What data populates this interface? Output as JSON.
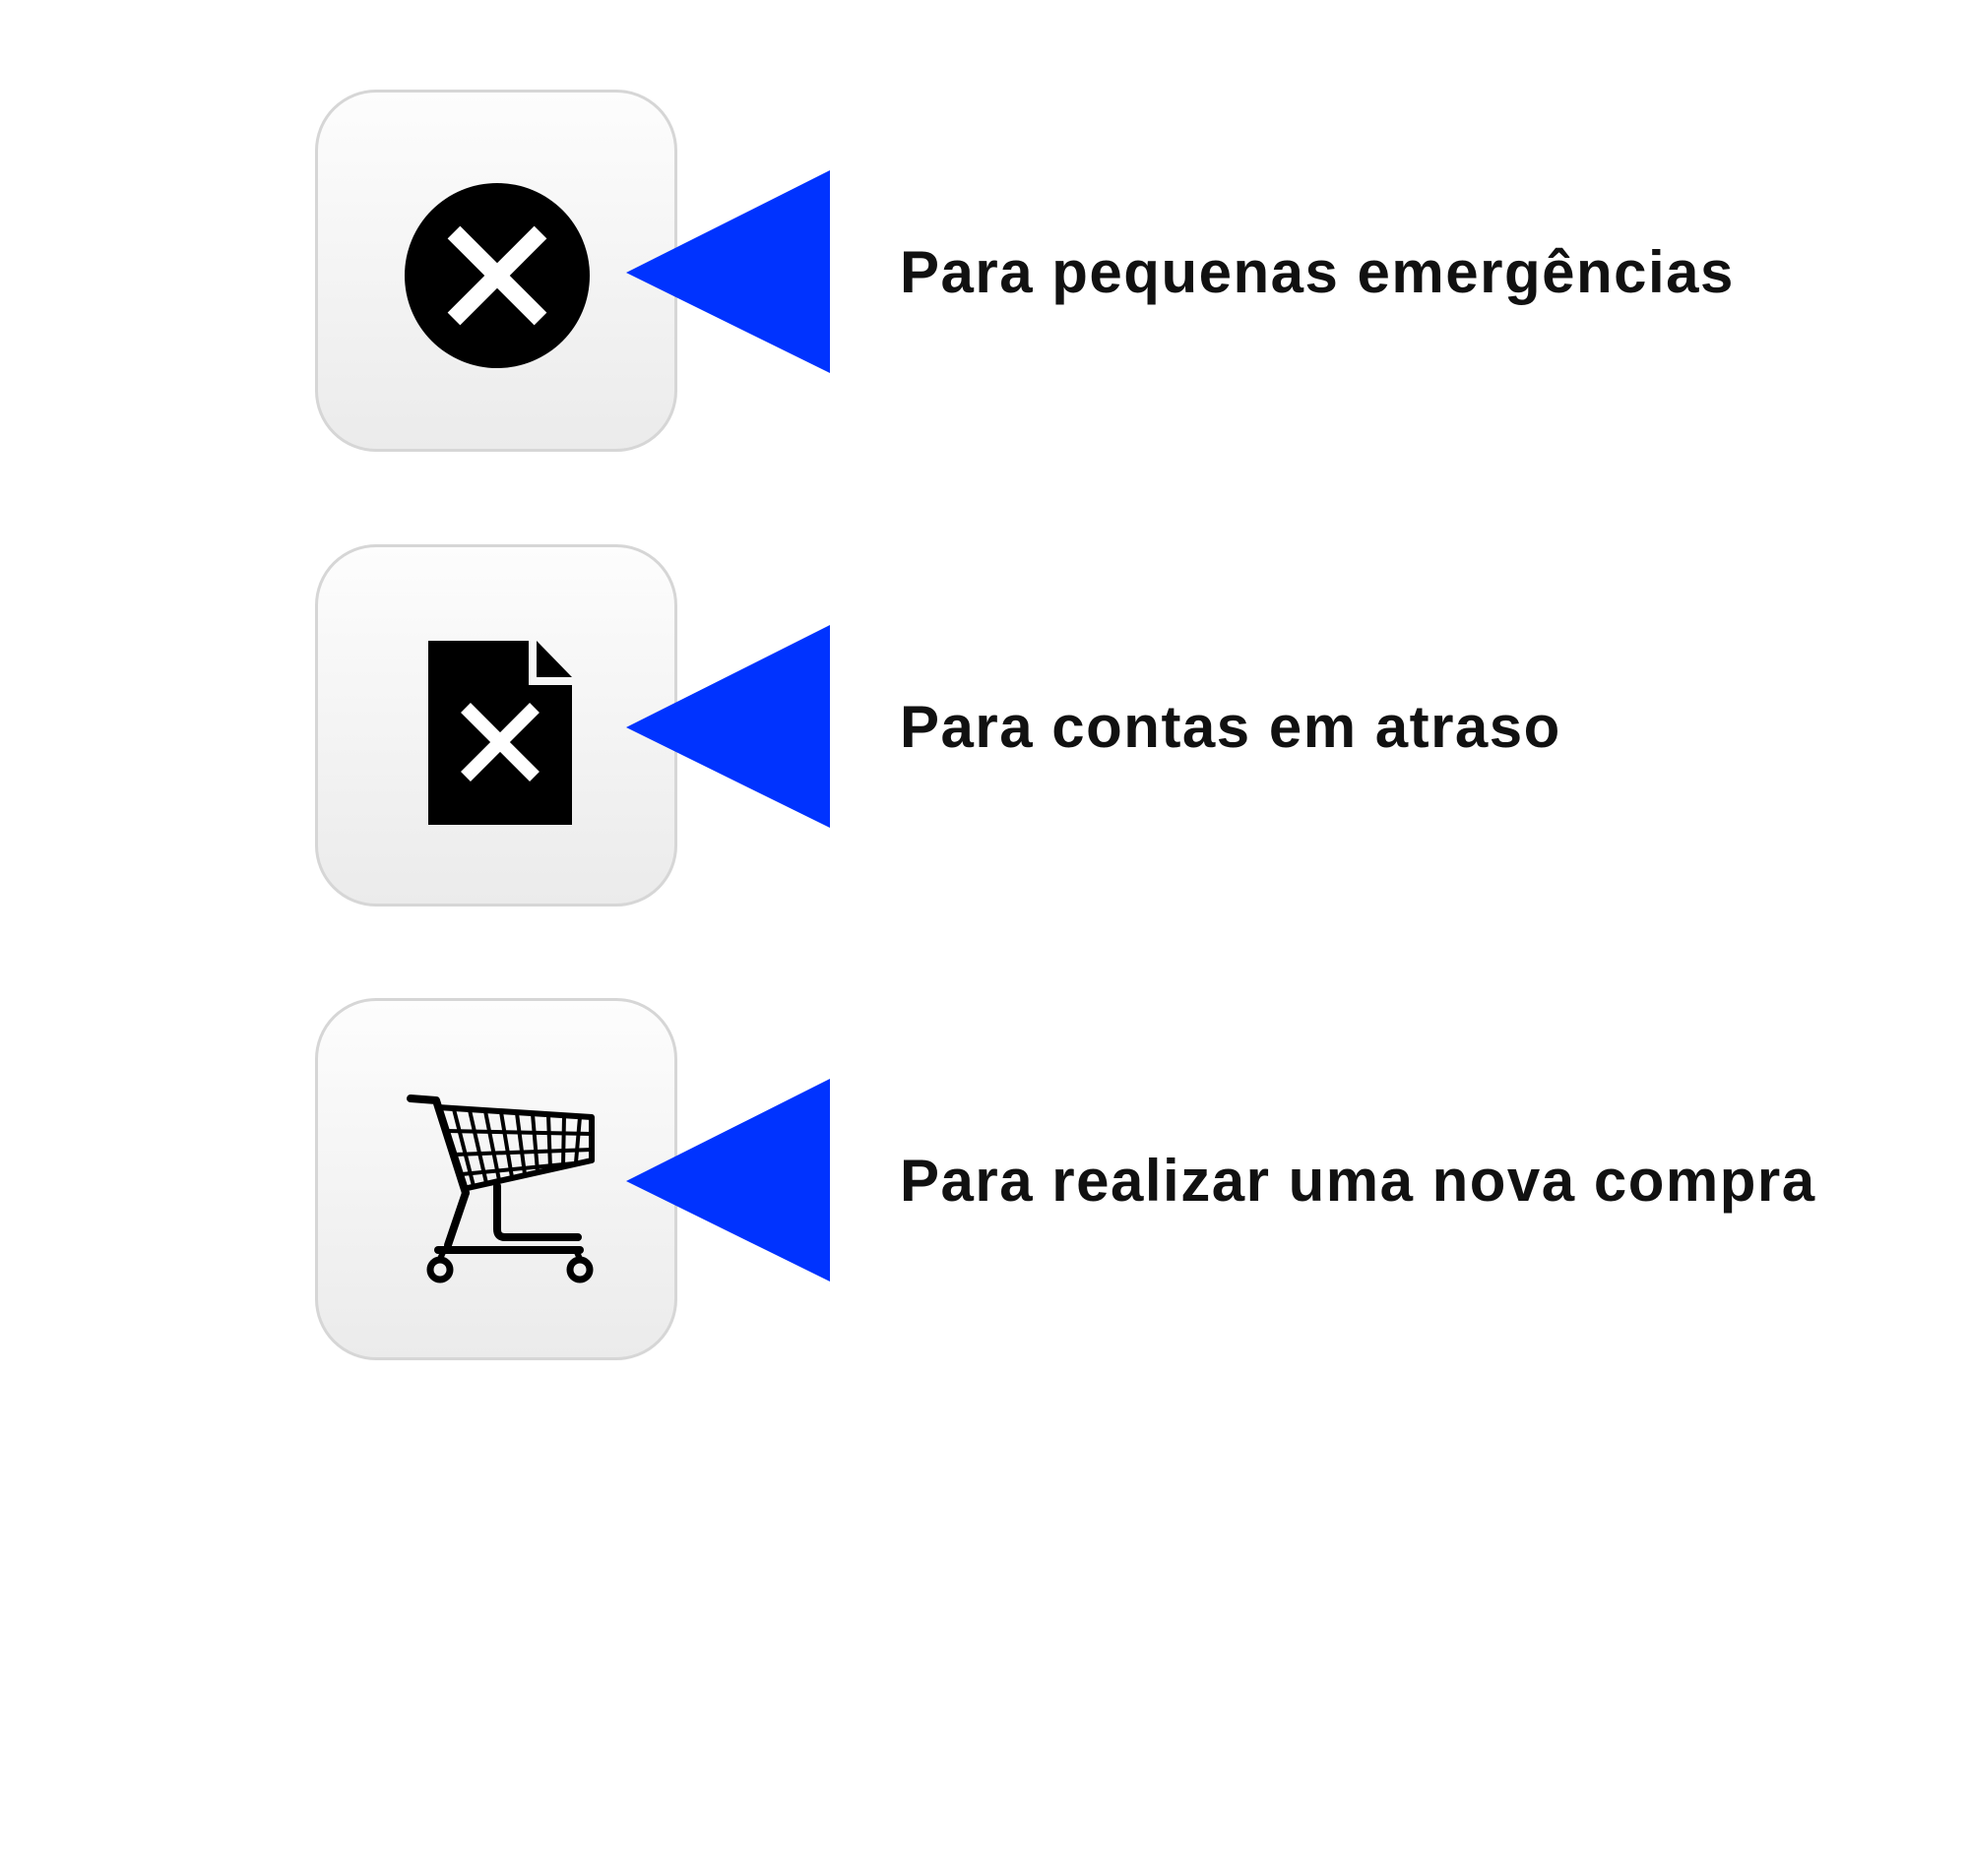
{
  "accent_color": "#0033ff",
  "icon_color": "#000000",
  "items": [
    {
      "icon": "close-circle-icon",
      "label": "Para pequenas emergências"
    },
    {
      "icon": "document-x-icon",
      "label": "Para contas em atraso"
    },
    {
      "icon": "shopping-cart-icon",
      "label": "Para realizar uma nova compra"
    }
  ]
}
